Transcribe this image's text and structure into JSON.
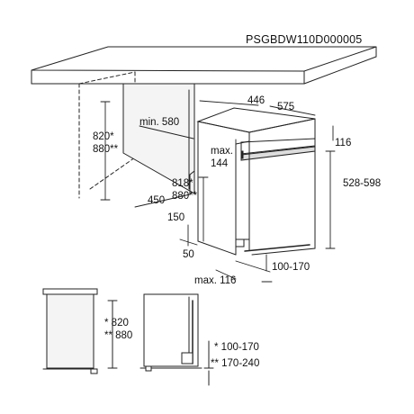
{
  "model_code": "PSGBDW110D000005",
  "dimensions": {
    "height_a": "820*",
    "height_b": "880**",
    "min_depth": "min. 580",
    "depth_446": "446",
    "width_575": "575",
    "plinth_116": "116",
    "max_label": "max.",
    "max_144": "144",
    "range_528_598": "528-598",
    "door_h_a": "818*",
    "door_h_b": "880**",
    "depth_450": "450",
    "d_150": "150",
    "d_50": "50",
    "range_100_170": "100-170",
    "max_116": "max. 116",
    "side_h_a": "* 820",
    "side_h_b": "** 880",
    "side_r_a": "* 100-170",
    "side_r_b": "** 170-240"
  }
}
